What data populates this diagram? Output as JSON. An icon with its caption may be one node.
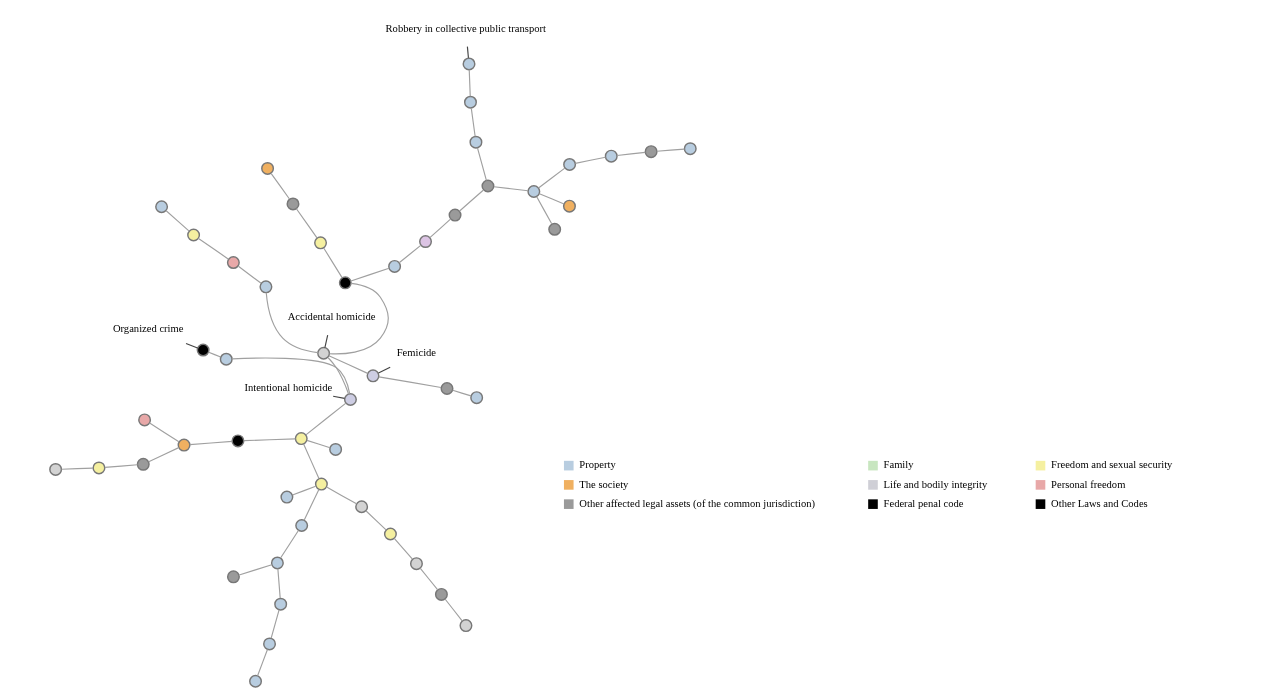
{
  "diagram": {
    "nodes": [
      {
        "text": [
          "Organized crime"
        ]
      },
      {
        "text": [],
        "shape": "circle"
      },
      {
        "text": [],
        "shape": "circle"
      },
      {
        "text": [
          "Intentional homicide"
        ]
      },
      {
        "text": [],
        "shape": "circle"
      },
      {
        "text": [],
        "shape": "circle"
      },
      {
        "text": [],
        "shape": "circle"
      },
      {
        "text": [],
        "shape": "circle"
      },
      {
        "text": [],
        "shape": "circle"
      },
      {
        "text": [],
        "shape": "circle"
      },
      {
        "text": [],
        "shape": "circle"
      },
      {
        "text": [],
        "shape": "circle"
      },
      {
        "text": [],
        "shape": "circle"
      },
      {
        "text": [],
        "shape": "circle"
      },
      {
        "text": [],
        "shape": "circle"
      },
      {
        "text": [],
        "shape": "circle"
      },
      {
        "text": [],
        "shape": "circle"
      },
      {
        "text": [],
        "shape": "circle"
      },
      {
        "text": [],
        "shape": "circle"
      },
      {
        "text": [],
        "shape": "circle"
      },
      {
        "text": [],
        "shape": "circle"
      },
      {
        "text": [],
        "shape": "circle"
      },
      {
        "text": [],
        "shape": "circle"
      },
      {
        "text": [],
        "shape": "circle"
      },
      {
        "text": [],
        "shape": "circle"
      },
      {
        "text": [],
        "shape": "circle"
      },
      {
        "text": [
          "Femicide"
        ]
      },
      {
        "text": [],
        "shape": "circle"
      },
      {
        "text": [],
        "shape": "circle"
      },
      {
        "text": [],
        "shape": "circle"
      },
      {
        "text": [
          "Accidental homicide"
        ]
      },
      {
        "text": [],
        "shape": "circle"
      },
      {
        "text": [],
        "shape": "circle"
      },
      {
        "text": [],
        "shape": "circle"
      },
      {
        "text": [],
        "shape": "circle"
      },
      {
        "text": [],
        "shape": "circle"
      },
      {
        "text": [],
        "shape": "circle"
      },
      {
        "text": [],
        "shape": "circle"
      },
      {
        "text": [],
        "shape": "circle"
      },
      {
        "text": [],
        "shape": "circle"
      },
      {
        "text": [],
        "shape": "circle"
      },
      {
        "text": [],
        "shape": "circle"
      },
      {
        "text": [],
        "shape": "circle"
      },
      {
        "text": [],
        "shape": "circle"
      },
      {
        "text": [],
        "shape": "circle"
      },
      {
        "text": [],
        "shape": "circle"
      },
      {
        "text": [],
        "shape": "circle"
      },
      {
        "text": [],
        "shape": "circle"
      },
      {
        "text": [],
        "shape": "circle"
      },
      {
        "text": [],
        "shape": "circle"
      },
      {
        "text": [],
        "shape": "circle"
      },
      {
        "text": [],
        "shape": "circle"
      },
      {
        "text": [],
        "shape": "circle"
      },
      {
        "text": [
          "Robbery in collective public transport"
        ]
      },
      {
        "text": [],
        "shape": "circle"
      }
    ],
    "edges": [
      {
        "from": 0,
        "to": 1,
        "arrow": "none",
        "color": "#444444"
      },
      {
        "from": 1,
        "to": 2,
        "arrow": "none"
      },
      {
        "from": 2,
        "to": 4,
        "arrow": "none"
      },
      {
        "from": 3,
        "to": 4,
        "arrow": "none",
        "color": "#444444"
      },
      {
        "from": 5,
        "to": 6,
        "arrow": "none"
      },
      {
        "from": 6,
        "to": 7,
        "arrow": "none"
      },
      {
        "from": 7,
        "to": 9,
        "arrow": "none"
      },
      {
        "from": 8,
        "to": 9,
        "arrow": "none"
      },
      {
        "from": 9,
        "to": 10,
        "arrow": "none"
      },
      {
        "from": 10,
        "to": 19,
        "arrow": "none"
      },
      {
        "from": 4,
        "to": 11,
        "arrow": "none"
      },
      {
        "from": 11,
        "to": 12,
        "arrow": "none"
      },
      {
        "from": 11,
        "to": 13,
        "arrow": "none"
      },
      {
        "from": 13,
        "to": 14,
        "arrow": "none"
      },
      {
        "from": 14,
        "to": 15,
        "arrow": "none"
      },
      {
        "from": 15,
        "to": 16,
        "arrow": "none"
      },
      {
        "from": 16,
        "to": 17,
        "arrow": "none"
      },
      {
        "from": 14,
        "to": 18,
        "arrow": "none"
      },
      {
        "from": 19,
        "to": 11,
        "arrow": "none"
      },
      {
        "from": 19,
        "to": 20,
        "arrow": "none"
      },
      {
        "from": 19,
        "to": 21,
        "arrow": "none"
      },
      {
        "from": 21,
        "to": 22,
        "arrow": "none"
      },
      {
        "from": 22,
        "to": 23,
        "arrow": "none"
      },
      {
        "from": 23,
        "to": 24,
        "arrow": "none"
      },
      {
        "from": 24,
        "to": 25,
        "arrow": "none"
      },
      {
        "from": 26,
        "to": 27,
        "arrow": "none",
        "color": "#444444"
      },
      {
        "from": 27,
        "to": 28,
        "arrow": "none"
      },
      {
        "from": 28,
        "to": 29,
        "arrow": "none"
      },
      {
        "from": 30,
        "to": 31,
        "arrow": "none",
        "color": "#444444"
      },
      {
        "from": 31,
        "to": 27,
        "arrow": "none"
      },
      {
        "from": 31,
        "to": 4,
        "arrow": "none"
      },
      {
        "from": 31,
        "to": 32,
        "arrow": "none"
      },
      {
        "from": 32,
        "to": 33,
        "arrow": "none"
      },
      {
        "from": 33,
        "to": 34,
        "arrow": "none"
      },
      {
        "from": 34,
        "to": 35,
        "arrow": "none"
      },
      {
        "from": 31,
        "to": 36,
        "arrow": "none"
      },
      {
        "from": 36,
        "to": 37,
        "arrow": "none"
      },
      {
        "from": 37,
        "to": 38,
        "arrow": "none"
      },
      {
        "from": 38,
        "to": 39,
        "arrow": "none"
      },
      {
        "from": 36,
        "to": 40,
        "arrow": "none"
      },
      {
        "from": 40,
        "to": 41,
        "arrow": "none"
      },
      {
        "from": 41,
        "to": 42,
        "arrow": "none"
      },
      {
        "from": 42,
        "to": 43,
        "arrow": "none"
      },
      {
        "from": 43,
        "to": 44,
        "arrow": "none"
      },
      {
        "from": 44,
        "to": 45,
        "arrow": "none"
      },
      {
        "from": 44,
        "to": 46,
        "arrow": "none"
      },
      {
        "from": 44,
        "to": 47,
        "arrow": "none"
      },
      {
        "from": 47,
        "to": 48,
        "arrow": "none"
      },
      {
        "from": 48,
        "to": 49,
        "arrow": "none"
      },
      {
        "from": 49,
        "to": 50,
        "arrow": "none"
      },
      {
        "from": 43,
        "to": 51,
        "arrow": "none"
      },
      {
        "from": 51,
        "to": 52,
        "arrow": "none"
      },
      {
        "from": 52,
        "to": 54,
        "arrow": "none"
      },
      {
        "from": 53,
        "to": 54,
        "arrow": "none",
        "color": "#444444"
      }
    ],
    "legend": [
      {
        "text": "Property",
        "color": "#b8cde0"
      },
      {
        "text": "Family",
        "color": "#c8e6c0"
      },
      {
        "text": "Freedom and sexual security",
        "color": "#f5f0a0"
      },
      {
        "text": "The society",
        "color": "#f0b060"
      },
      {
        "text": "Life and bodily integrity",
        "color": "#cfcfd6"
      },
      {
        "text": "Personal freedom",
        "color": "#e8a8a8"
      },
      {
        "text": "Other affected legal assets (of the common jurisdiction)",
        "color": "#9a9a9a"
      },
      {
        "text": "Federal penal code",
        "color": "#000000"
      },
      {
        "text": "Other Laws and Codes",
        "color": "#000000"
      }
    ]
  }
}
